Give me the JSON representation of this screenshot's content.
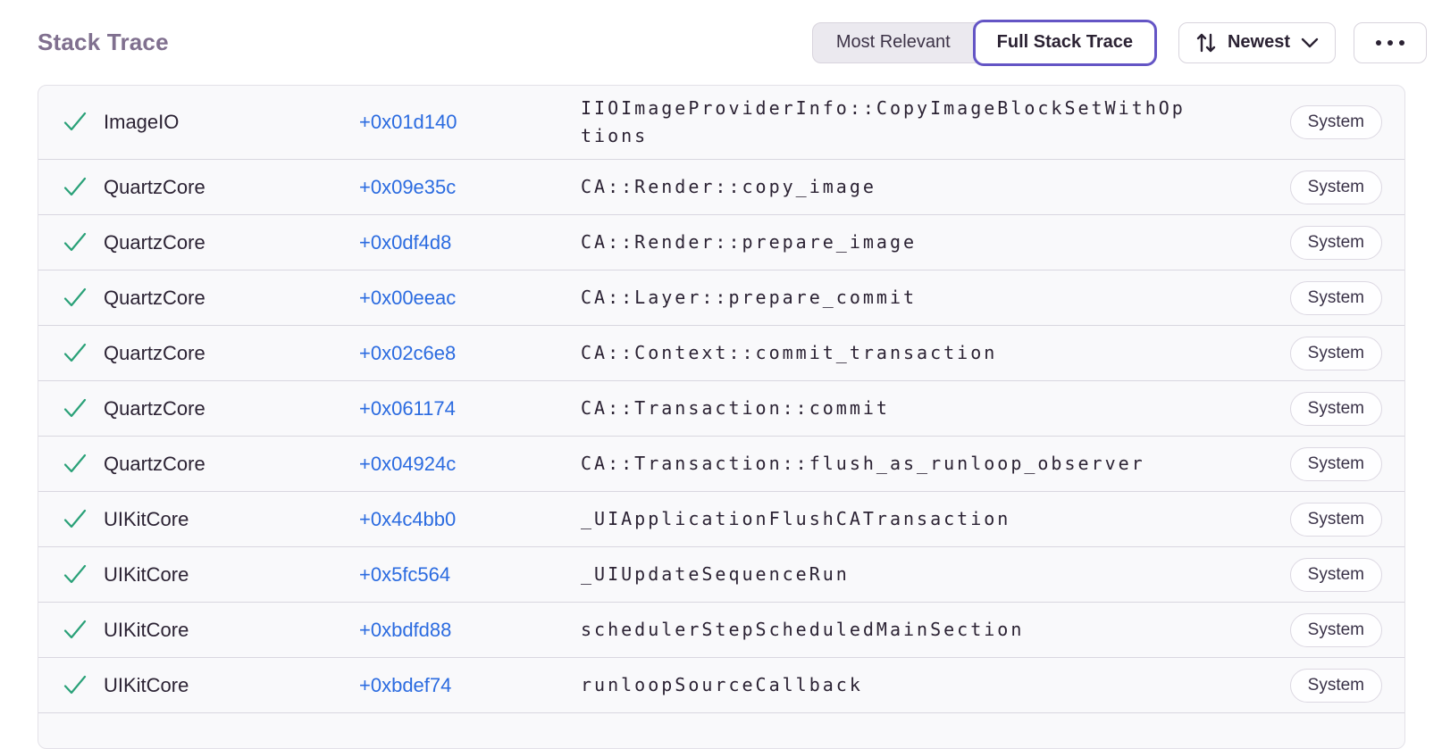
{
  "header": {
    "title": "Stack Trace",
    "view_options": [
      {
        "label": "Most Relevant",
        "selected": false
      },
      {
        "label": "Full Stack Trace",
        "selected": true
      }
    ],
    "sort": {
      "icon": "sort-arrows-icon",
      "label": "Newest",
      "chevron_icon": "chevron-down-icon"
    },
    "more": {
      "icon": "ellipsis-icon"
    }
  },
  "stack_trace": {
    "frames": [
      {
        "status_icon": "check-icon",
        "module": "ImageIO",
        "address": "+0x01d140",
        "function": "IIOImageProviderInfo::CopyImageBlockSetWithOptions",
        "tag": "System"
      },
      {
        "status_icon": "check-icon",
        "module": "QuartzCore",
        "address": "+0x09e35c",
        "function": "CA::Render::copy_image",
        "tag": "System"
      },
      {
        "status_icon": "check-icon",
        "module": "QuartzCore",
        "address": "+0x0df4d8",
        "function": "CA::Render::prepare_image",
        "tag": "System"
      },
      {
        "status_icon": "check-icon",
        "module": "QuartzCore",
        "address": "+0x00eeac",
        "function": "CA::Layer::prepare_commit",
        "tag": "System"
      },
      {
        "status_icon": "check-icon",
        "module": "QuartzCore",
        "address": "+0x02c6e8",
        "function": "CA::Context::commit_transaction",
        "tag": "System"
      },
      {
        "status_icon": "check-icon",
        "module": "QuartzCore",
        "address": "+0x061174",
        "function": "CA::Transaction::commit",
        "tag": "System"
      },
      {
        "status_icon": "check-icon",
        "module": "QuartzCore",
        "address": "+0x04924c",
        "function": "CA::Transaction::flush_as_runloop_observer",
        "tag": "System"
      },
      {
        "status_icon": "check-icon",
        "module": "UIKitCore",
        "address": "+0x4c4bb0",
        "function": "_UIApplicationFlushCATransaction",
        "tag": "System"
      },
      {
        "status_icon": "check-icon",
        "module": "UIKitCore",
        "address": "+0x5fc564",
        "function": "_UIUpdateSequenceRun",
        "tag": "System"
      },
      {
        "status_icon": "check-icon",
        "module": "UIKitCore",
        "address": "+0xbdfd88",
        "function": "schedulerStepScheduledMainSection",
        "tag": "System"
      },
      {
        "status_icon": "check-icon",
        "module": "UIKitCore",
        "address": "+0xbdef74",
        "function": "runloopSourceCallback",
        "tag": "System"
      }
    ],
    "has_partial_next_row": true
  },
  "colors": {
    "accent_purple": "#6455c5",
    "link_blue": "#2b6be0",
    "check_green": "#2aa178",
    "title_gray": "#80708f",
    "text_dark": "#2b2233",
    "row_background": "#f9f9fb"
  }
}
